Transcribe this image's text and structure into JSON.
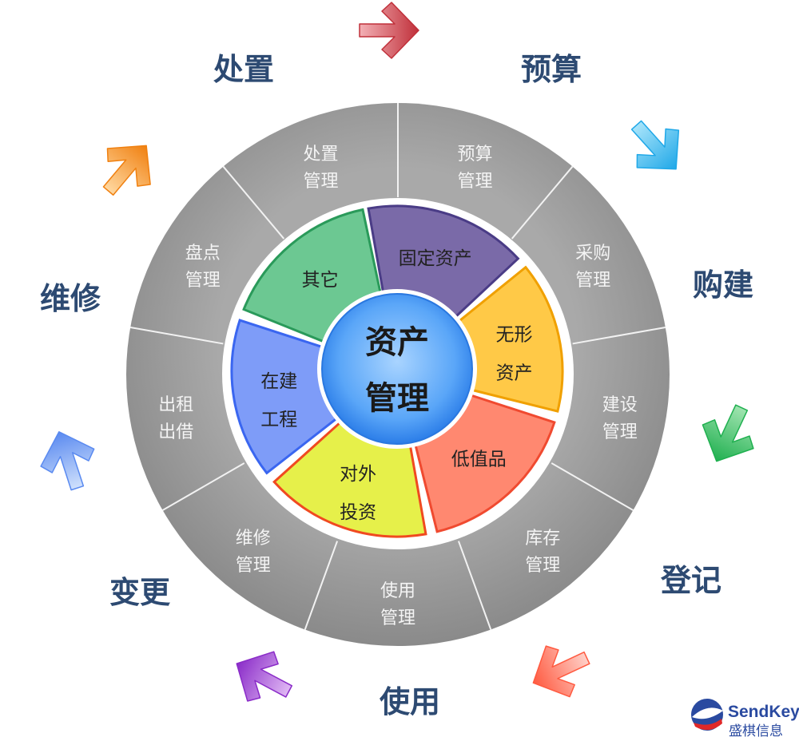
{
  "title": {
    "line1": "资产",
    "line2": "管理"
  },
  "stages": [
    "处置",
    "预算",
    "购建",
    "登记",
    "使用",
    "变更",
    "维修"
  ],
  "ring": [
    {
      "line1": "预算",
      "line2": "管理"
    },
    {
      "line1": "采购",
      "line2": "管理"
    },
    {
      "line1": "建设",
      "line2": "管理"
    },
    {
      "line1": "库存",
      "line2": "管理"
    },
    {
      "line1": "使用",
      "line2": "管理"
    },
    {
      "line1": "维修",
      "line2": "管理"
    },
    {
      "line1": "出租",
      "line2": "出借"
    },
    {
      "line1": "盘点",
      "line2": "管理"
    },
    {
      "line1": "处置",
      "line2": "管理"
    }
  ],
  "categories": [
    {
      "line1": "固定资产",
      "line2": "",
      "color": "#7a6aa8",
      "edge": "#4a3c86"
    },
    {
      "line1": "无形",
      "line2": "资产",
      "color": "#ffc947",
      "edge": "#f0a000"
    },
    {
      "line1": "低值品",
      "line2": "",
      "color": "#ff8870",
      "edge": "#f04a30"
    },
    {
      "line1": "对外",
      "line2": "投资",
      "color": "#e6f04a",
      "edge": "#f04a20"
    },
    {
      "line1": "在建",
      "line2": "工程",
      "color": "#7e9cf8",
      "edge": "#3a66f0"
    },
    {
      "line1": "其它",
      "line2": "",
      "color": "#6cc892",
      "edge": "#2a9a5a"
    }
  ],
  "arrows": [
    {
      "name": "red",
      "color": "#c0303a",
      "light": "#f3b0b5"
    },
    {
      "name": "cyan",
      "color": "#20a8e8",
      "light": "#a8e4fa"
    },
    {
      "name": "green",
      "color": "#20b050",
      "light": "#a0e4b0"
    },
    {
      "name": "coral",
      "color": "#ff5a40",
      "light": "#ffd0c8"
    },
    {
      "name": "purple",
      "color": "#8a2cc8",
      "light": "#e0b8f4"
    },
    {
      "name": "blue",
      "color": "#5a8af0",
      "light": "#cfe0fc"
    },
    {
      "name": "orange",
      "color": "#f08010",
      "light": "#ffd8a0"
    }
  ],
  "logo": {
    "brand": "SendKey",
    "chinese": "盛棋信息",
    "color": "#2a4aa0"
  }
}
